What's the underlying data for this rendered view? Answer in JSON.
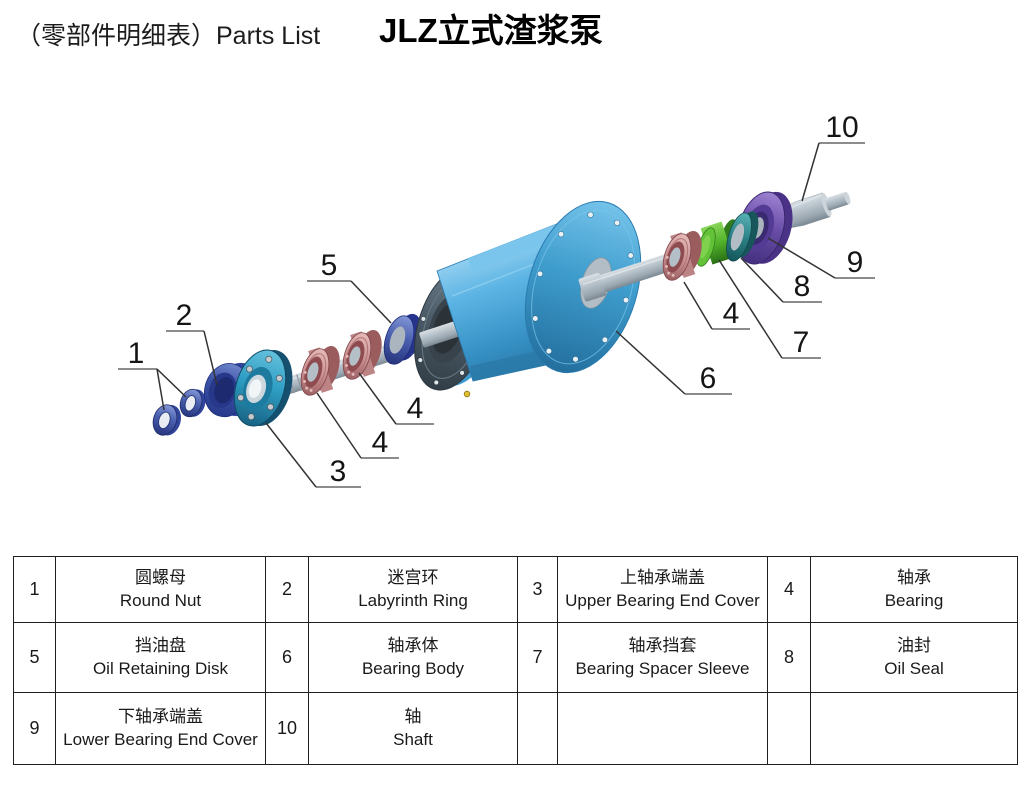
{
  "header": {
    "subtitle": "（零部件明细表）Parts List",
    "title": "JLZ立式渣浆泵"
  },
  "callouts": {
    "c1": "1",
    "c2": "2",
    "c3": "3",
    "c4a": "4",
    "c4b": "4",
    "c4c": "4",
    "c5": "5",
    "c6": "6",
    "c7": "7",
    "c8": "8",
    "c9": "9",
    "c10": "10"
  },
  "parts_table": {
    "rows": [
      [
        {
          "no": "1",
          "cn": "圆螺母",
          "en": "Round Nut"
        },
        {
          "no": "2",
          "cn": "迷宫环",
          "en": "Labyrinth Ring"
        },
        {
          "no": "3",
          "cn": "上轴承端盖",
          "en": "Upper Bearing End Cover"
        },
        {
          "no": "4",
          "cn": "轴承",
          "en": "Bearing"
        }
      ],
      [
        {
          "no": "5",
          "cn": "挡油盘",
          "en": "Oil Retaining Disk"
        },
        {
          "no": "6",
          "cn": "轴承体",
          "en": "Bearing Body"
        },
        {
          "no": "7",
          "cn": "轴承挡套",
          "en": "Bearing Spacer Sleeve"
        },
        {
          "no": "8",
          "cn": "油封",
          "en": "Oil Seal"
        }
      ],
      [
        {
          "no": "9",
          "cn": "下轴承端盖",
          "en": "Lower Bearing End Cover"
        },
        {
          "no": "10",
          "cn": "轴",
          "en": "Shaft"
        },
        {
          "no": "",
          "cn": "",
          "en": ""
        },
        {
          "no": "",
          "cn": "",
          "en": ""
        }
      ]
    ]
  },
  "colors": {
    "shaft_gray": "#b9c3cb",
    "round_nut_blue": "#4a5fae",
    "labyrinth_ring_blue": "#3d53a6",
    "upper_cover_teal": "#2f9ec4",
    "bearing_salmon": "#cc9394",
    "oil_disk_blue": "#4a62b8",
    "bearing_body_blue": "#4fa8dc",
    "bearing_body_flange_dark": "#4a5a66",
    "spacer_sleeve_green": "#52b32a",
    "oil_seal_teal": "#2a8084",
    "lower_cover_purple": "#6a4ea8",
    "leader_line": "#333333"
  }
}
